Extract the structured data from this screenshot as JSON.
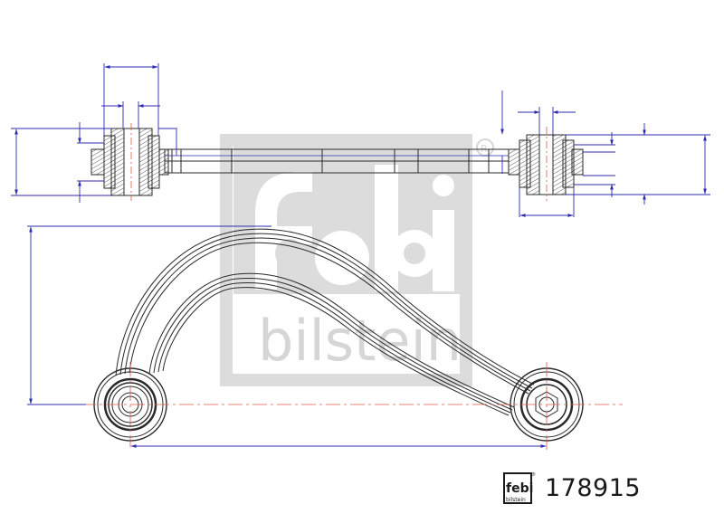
{
  "document": {
    "type": "technical-drawing",
    "subject": "suspension control arm",
    "views": [
      "top-view",
      "front-view"
    ]
  },
  "watermark": {
    "brand_top": "febi",
    "brand_bottom": "bilstein",
    "registered_mark": "®",
    "color": "#d9d9d9"
  },
  "footer": {
    "logo_top": "febi",
    "logo_bottom": "bilstein",
    "logo_registered": "®",
    "part_number": "178915"
  },
  "colors": {
    "outline": "#2a2a2a",
    "dimension": "#2b2bb0",
    "centerline": "#e05a4a",
    "watermark": "#d9d9d9"
  }
}
